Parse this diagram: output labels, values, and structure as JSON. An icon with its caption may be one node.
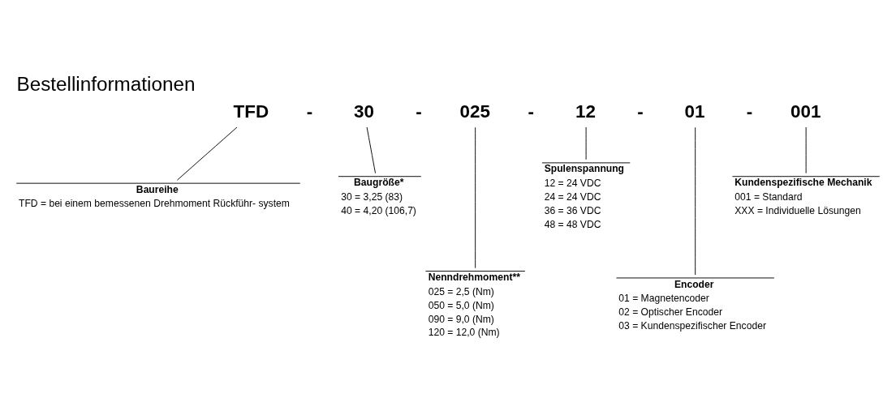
{
  "diagram": {
    "title": "Bestellinformationen",
    "nodes": [
      {
        "text": [
          "TFD"
        ]
      },
      {
        "text": [
          "30"
        ]
      },
      {
        "text": [
          "025"
        ]
      },
      {
        "text": [
          "12"
        ]
      },
      {
        "text": [
          "01"
        ]
      },
      {
        "text": [
          "001"
        ]
      },
      {
        "text": [
          "Baureihe",
          "TFD = bei einem bemessenen Drehmoment Rückführ- system"
        ]
      },
      {
        "text": [
          "Baugröße*",
          "30 = 3,25 (83)",
          "40 = 4,20 (106,7)"
        ]
      },
      {
        "text": [
          "Spulenspannung",
          "12 = 24 VDC",
          "24 = 24 VDC",
          "36 = 36 VDC",
          "48 = 48 VDC"
        ]
      },
      {
        "text": [
          "Kundenspezifische Mechanik",
          "001 = Standard",
          "XXX = Individuelle Lösungen"
        ]
      },
      {
        "text": [
          "Nenndrehmoment**",
          "025 = 2,5 (Nm)",
          "050 = 5,0 (Nm)",
          "090 = 9,0 (Nm)",
          "120 = 12,0 (Nm)"
        ]
      },
      {
        "text": [
          "Encoder",
          "01 = Magnetencoder",
          "02 = Optischer Encoder",
          "03 = Kundenspezifischer Encoder"
        ]
      }
    ],
    "edges": [
      {
        "from": 0,
        "to": 6,
        "arrow": "none"
      },
      {
        "from": 1,
        "to": 7,
        "arrow": "none"
      },
      {
        "from": 2,
        "to": 10,
        "arrow": "none"
      },
      {
        "from": 3,
        "to": 8,
        "arrow": "none"
      },
      {
        "from": 4,
        "to": 11,
        "arrow": "none"
      },
      {
        "from": 5,
        "to": 9,
        "arrow": "none"
      }
    ],
    "labels": [
      "-",
      "-",
      "-",
      "-",
      "-"
    ]
  }
}
